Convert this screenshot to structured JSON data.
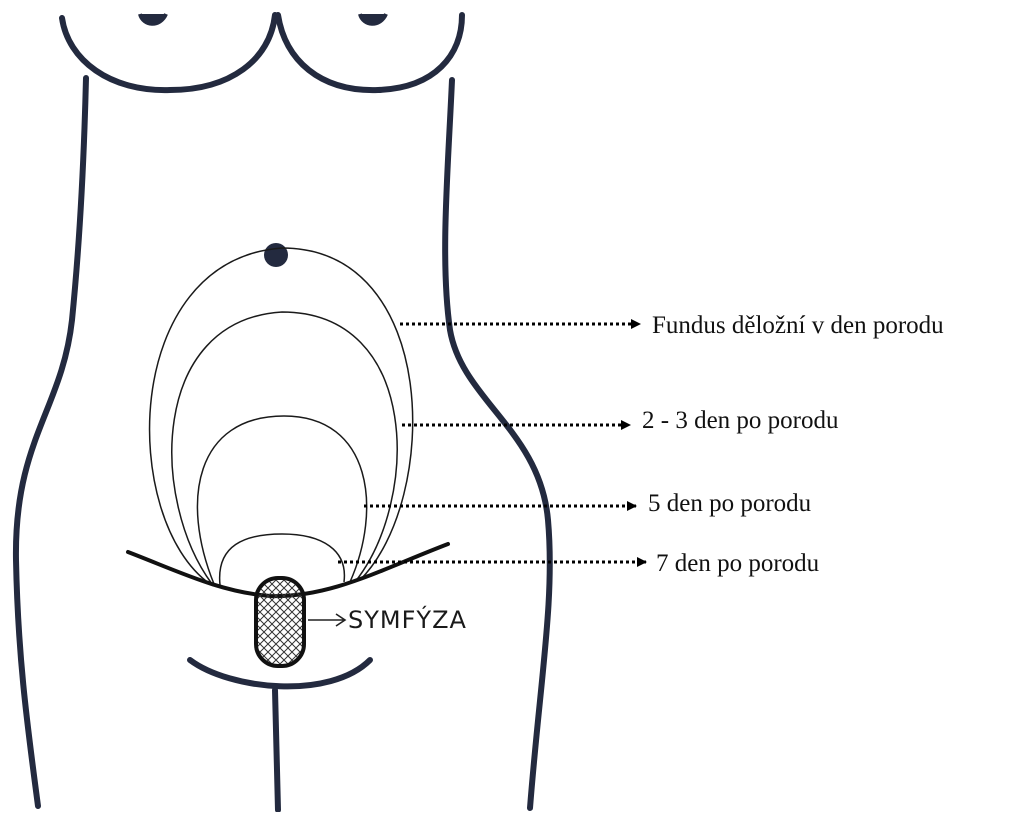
{
  "labels": {
    "fundus_day_of_birth": "Fundus děložní v den porodu",
    "day_2_3": "2 - 3 den po porodu",
    "day_5": "5 den po porodu",
    "day_7": "7 den po porodu",
    "symphysis": "SYMFÝZA"
  },
  "colors": {
    "body_outline": "#232a3f",
    "uterus_outline": "#1a1a1a",
    "arrow": "#000000"
  }
}
